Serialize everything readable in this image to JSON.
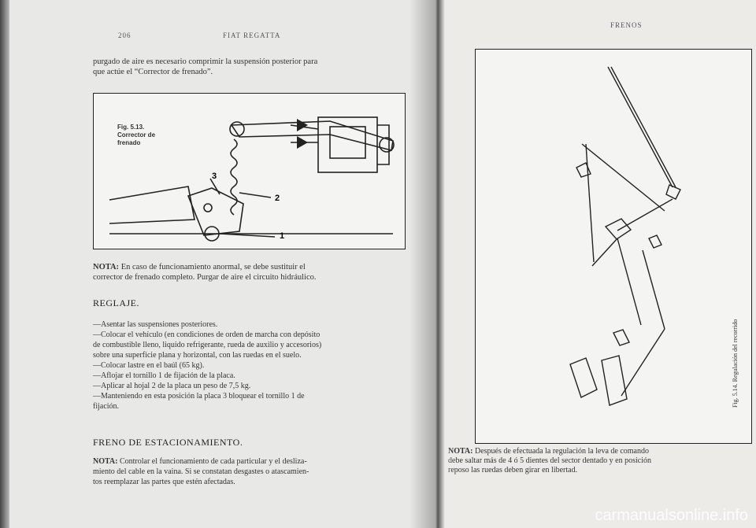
{
  "left_page": {
    "page_number": "206",
    "running_title": "FIAT REGATTA",
    "intro": [
      "purgado de aire es necesario comprimir la suspensión posterior para",
      "que actúe el “Corrector de frenado”."
    ],
    "figure": {
      "caption_lines": [
        "Fig. 5.13.",
        "Corrector de",
        "frenado"
      ],
      "callouts": [
        "3",
        "2",
        "1"
      ]
    },
    "nota1_label": "NOTA:",
    "nota1": [
      "En caso de funcionamiento anormal, se debe sustituir el",
      "corrector de frenado completo. Purgar de aire el circuito hidráulico."
    ],
    "regla_title": "REGLAJE.",
    "regla_items": [
      "—Asentar las suspensiones posteriores.",
      "—Colocar el vehículo (en condiciones de orden de marcha con depósito",
      "de combustible lleno, liquido refrigerante, rueda de auxilio y accesorios)",
      "sobre una superficie plana y horizontal, con las ruedas en el suelo.",
      "—Colocar lastre en el baúl (65 kg).",
      "—Aflojar el tornillo 1 de fijación de la placa.",
      "—Aplicar al hojal 2 de la placa un peso de 7,5 kg.",
      "—Manteniendo en esta posición la placa 3 bloquear el tornillo 1 de",
      "fijación."
    ],
    "freno_title": "FRENO DE ESTACIONAMIENTO.",
    "nota2_label": "NOTA:",
    "nota2": [
      "Controlar el funcionamiento de cada particular y el desliza-",
      "miento del cable en la vaina. Si se constatan desgastes o atascamien-",
      "tos reemplazar las partes que estén afectadas."
    ]
  },
  "right_page": {
    "running_title": "FRENOS",
    "figure_caption": "Fig. 5.14. Regulación del recorrido",
    "nota_label": "NOTA:",
    "nota": [
      "Después de efectuada la regulación la leva de comando",
      "debe saltar más de 4 ó 5 dientes del sector dentado y en posición",
      "reposo las ruedas deben girar en libertad."
    ]
  },
  "watermark": "carmanualsonline.info",
  "colors": {
    "paper": "#e8e8e6",
    "ink": "#2a2a2a",
    "background": "#1a1a1a"
  }
}
